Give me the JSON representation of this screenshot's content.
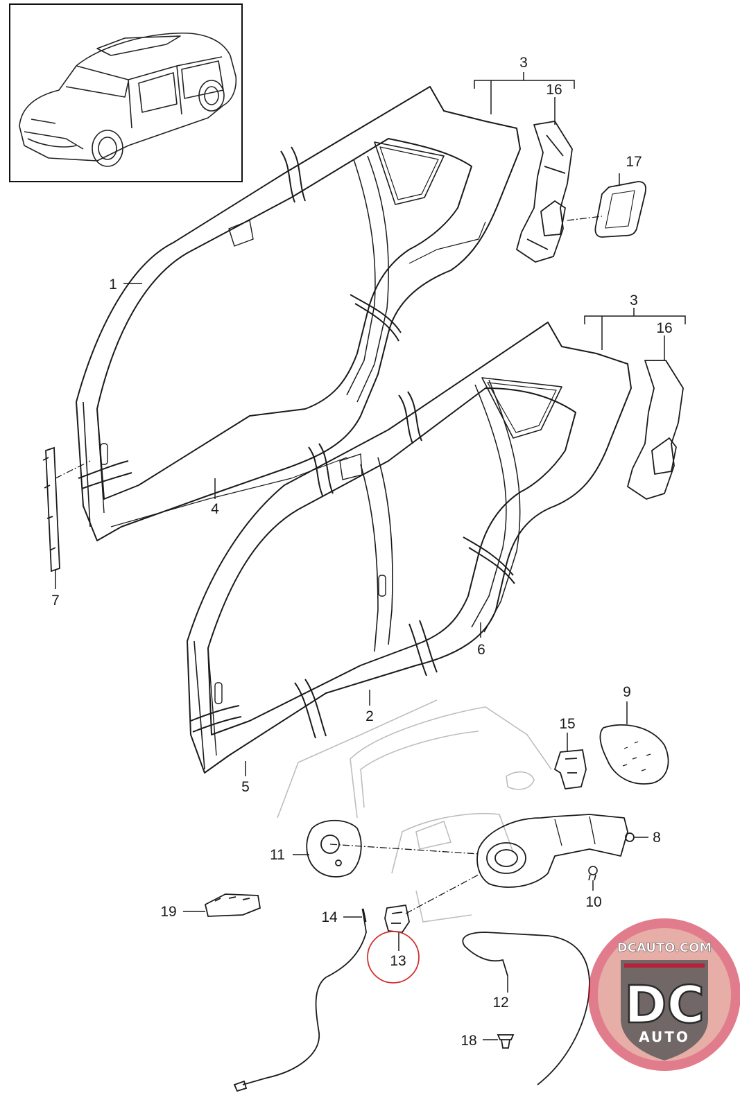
{
  "diagram": {
    "callouts": {
      "c1": "1",
      "c2": "2",
      "c3a": "3",
      "c3b": "3",
      "c4": "4",
      "c5": "5",
      "c6": "6",
      "c7": "7",
      "c8": "8",
      "c9": "9",
      "c10": "10",
      "c11": "11",
      "c12": "12",
      "c13": "13",
      "c14": "14",
      "c15": "15",
      "c16a": "16",
      "c16b": "16",
      "c17": "17",
      "c18": "18",
      "c19": "19"
    },
    "highlighted_part": "13",
    "highlight_color": "#d0312d"
  },
  "watermark": {
    "site": "DCAUTO.COM",
    "initials": "DC",
    "word": "AUTO",
    "colors": {
      "ring": "#c8102e",
      "body": "#e8b6ab",
      "shield": "#5a5a5a"
    }
  }
}
